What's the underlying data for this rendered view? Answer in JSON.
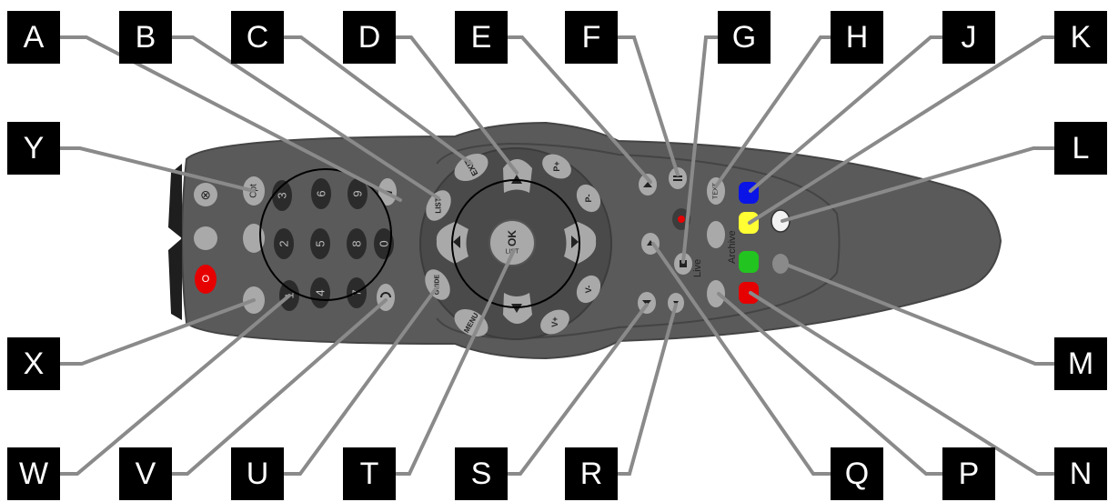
{
  "callouts": {
    "A": "A",
    "B": "B",
    "C": "C",
    "D": "D",
    "E": "E",
    "F": "F",
    "G": "G",
    "H": "H",
    "J": "J",
    "K": "K",
    "L": "L",
    "M": "M",
    "N": "N",
    "P": "P",
    "Q": "Q",
    "R": "R",
    "S": "S",
    "T": "T",
    "U": "U",
    "V": "V",
    "W": "W",
    "X": "X",
    "Y": "Y"
  },
  "remote": {
    "buttons": {
      "exit": "EXIT",
      "list": "LIST",
      "guide": "GUIDE",
      "menu": "MENU",
      "text": "TEXT",
      "ok": "OK",
      "ok_sub": "LIST",
      "cpt": "Cpt",
      "p_plus": "P+",
      "p_minus": "P-",
      "v_plus": "V+",
      "v_minus": "V-",
      "info": "i",
      "power": "O",
      "mute": "⊗"
    },
    "digits": [
      "3",
      "6",
      "9",
      "2",
      "5",
      "8",
      "0",
      "1",
      "4",
      "7"
    ],
    "labels": {
      "live": "Live",
      "archive": "Archive"
    }
  },
  "colors": {
    "body": "#5a5a5a",
    "body_dark": "#3c3c3c",
    "button_gray": "#a9a9a9",
    "button_dark": "#2b2b2b",
    "red": "#e60000",
    "green": "#22c41f",
    "yellow": "#ffff33",
    "blue": "#0a14e6",
    "callout_bg": "#000000",
    "leader": "#8a8a8a"
  }
}
